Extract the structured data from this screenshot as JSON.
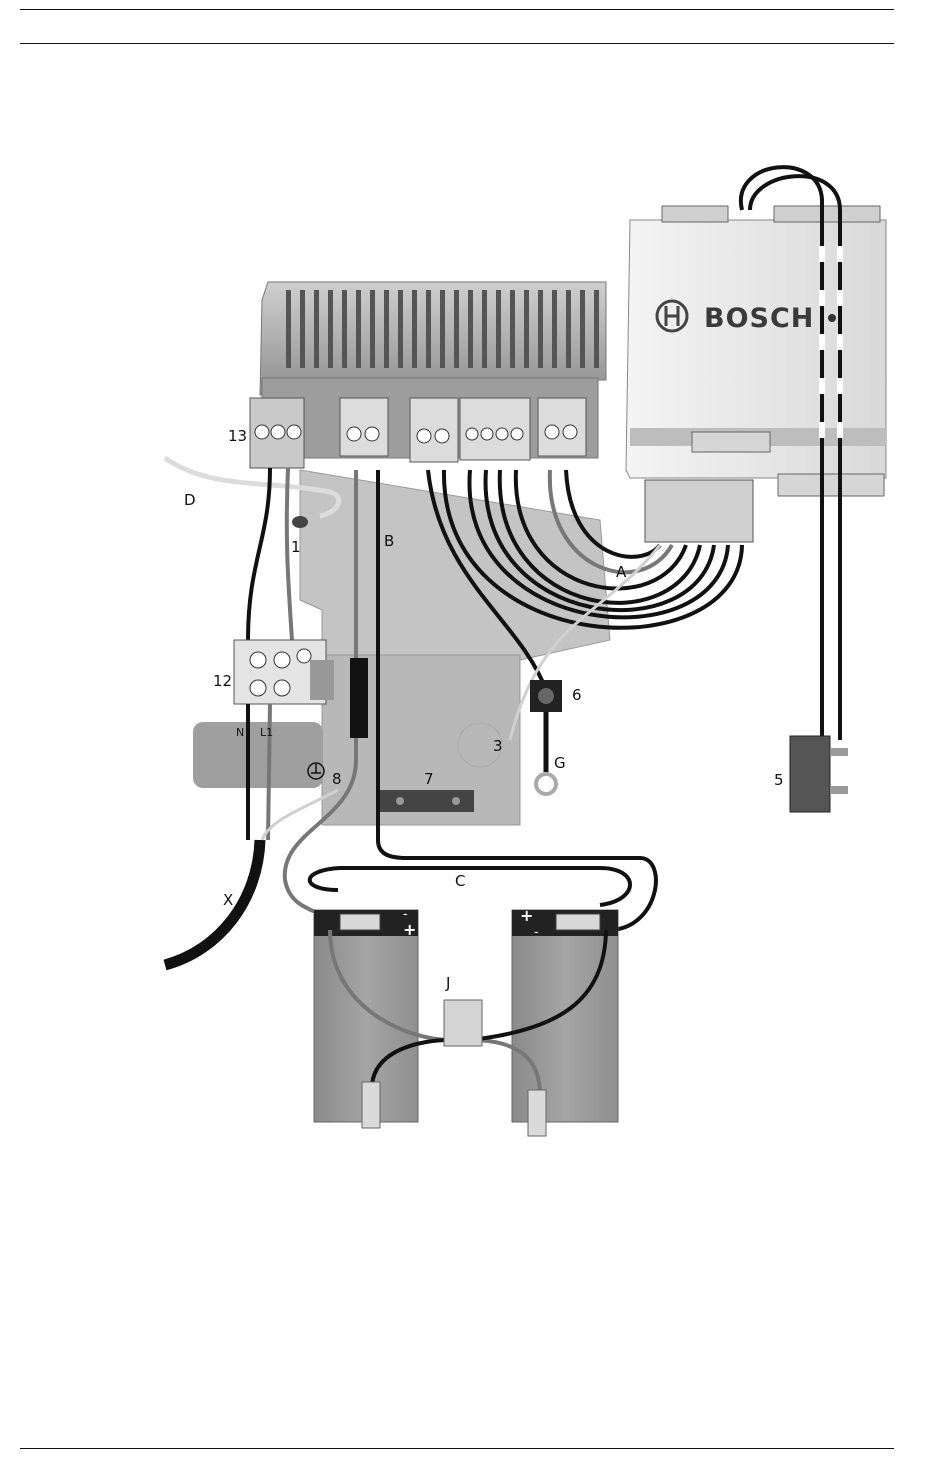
{
  "brand": {
    "logo_text": "BOSCH"
  },
  "labels": {
    "l13": "13",
    "lD": "D",
    "l1": "1",
    "lB": "B",
    "lA": "A",
    "l12": "12",
    "lN": "N",
    "lL1": "L1",
    "l6": "6",
    "l3": "3",
    "lG": "G",
    "l8": "8",
    "l7": "7",
    "l5": "5",
    "lC": "C",
    "lX": "X",
    "lJ": "J"
  },
  "terminals": {
    "plus": "+",
    "minus": "-"
  },
  "colors": {
    "wire_black": "#111111",
    "wire_grey": "#777777",
    "wire_light": "#cfcfcf",
    "housing": "#a9a9a9",
    "plate": "#bdbdbd",
    "battery": "#9a9a9a"
  }
}
